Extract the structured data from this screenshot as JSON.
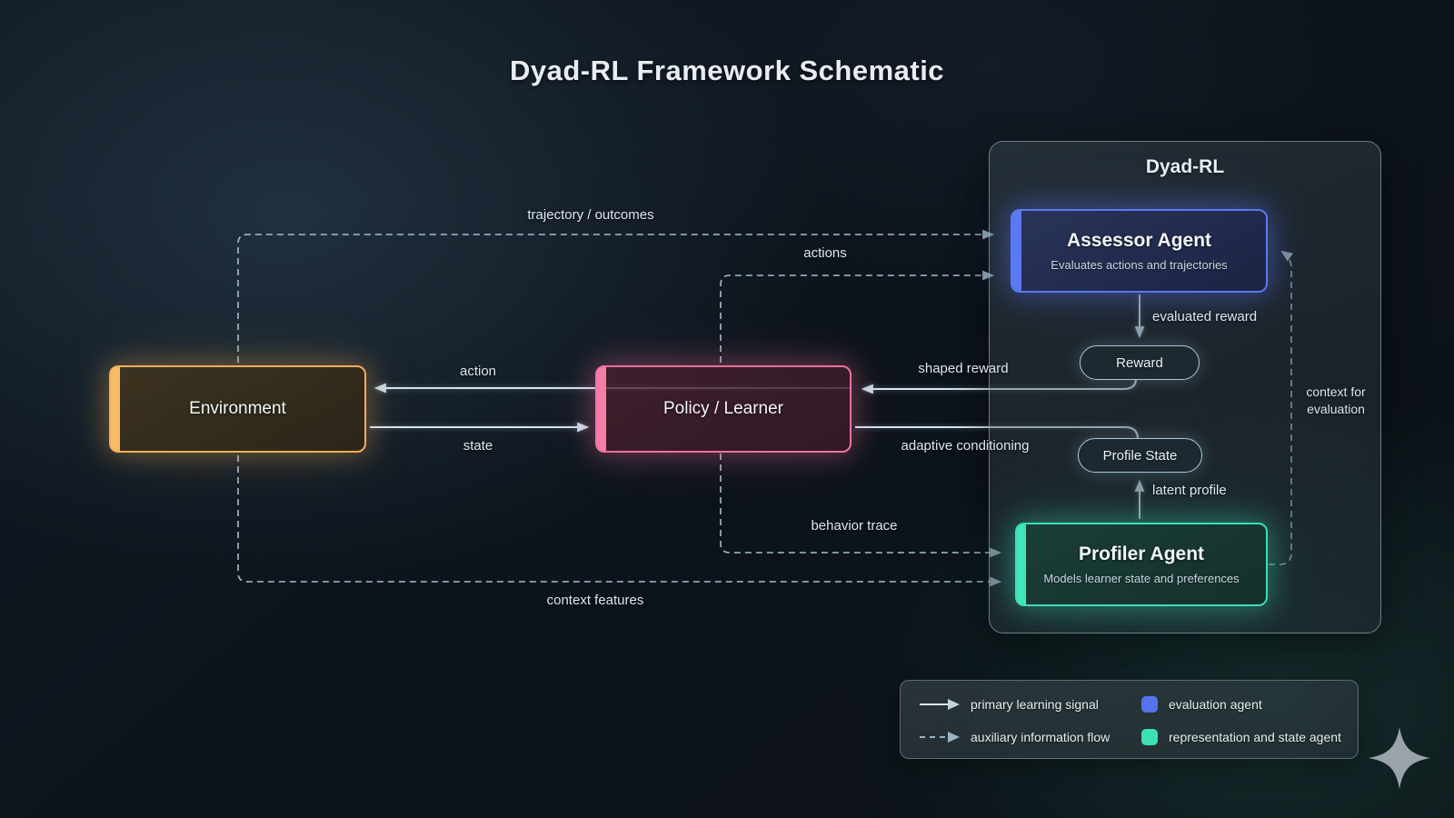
{
  "title": "Dyad-RL Framework Schematic",
  "container": {
    "title": "Dyad-RL"
  },
  "nodes": {
    "environment": {
      "label": "Environment"
    },
    "policy": {
      "label": "Policy / Learner"
    },
    "assessor": {
      "title": "Assessor Agent",
      "subtitle": "Evaluates actions and trajectories"
    },
    "reward": {
      "label": "Reward"
    },
    "profile_state": {
      "label": "Profile State"
    },
    "profiler": {
      "title": "Profiler Agent",
      "subtitle": "Models learner state and preferences"
    }
  },
  "edge_labels": {
    "trajectory_outcomes": "trajectory / outcomes",
    "actions": "actions",
    "action": "action",
    "state": "state",
    "shaped_reward": "shaped reward",
    "adaptive_conditioning": "adaptive conditioning",
    "evaluated_reward": "evaluated reward",
    "latent_profile": "latent profile",
    "behavior_trace": "behavior trace",
    "context_features": "context features",
    "context_for_evaluation": "context for evaluation"
  },
  "legend": {
    "primary": "primary learning signal",
    "auxiliary": "auxiliary information flow",
    "evaluation_agent": "evaluation agent",
    "representation_agent": "representation and state agent",
    "evaluation_color": "#5673ee",
    "representation_color": "#3ce0b4"
  },
  "colors": {
    "environment_accent": "#f6bd66",
    "policy_accent": "#f67ea6",
    "assessor_accent": "#5b79f4",
    "profiler_accent": "#3fe6bc",
    "solid_edge": "#d6e6f0",
    "dashed_edge": "#a5becf"
  }
}
